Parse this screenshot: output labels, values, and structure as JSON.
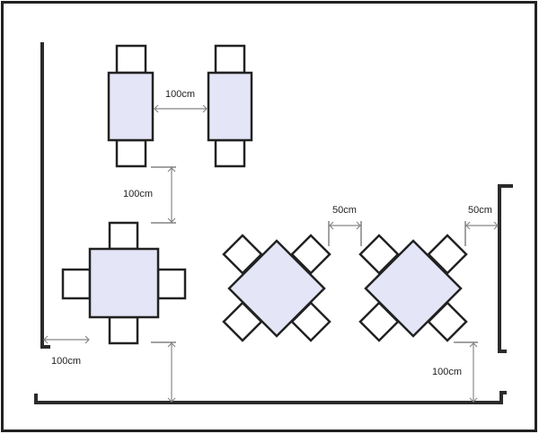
{
  "labels": {
    "between_tables_top": "100cm",
    "table_row_gap": "100cm",
    "left_wall_gap": "100cm",
    "between_diamonds": "50cm",
    "right_wall_gap": "50cm",
    "bottom_wall_gap": "100cm"
  },
  "colors": {
    "table_fill": "#e4e6f7",
    "wall": "#2b2b2b"
  }
}
